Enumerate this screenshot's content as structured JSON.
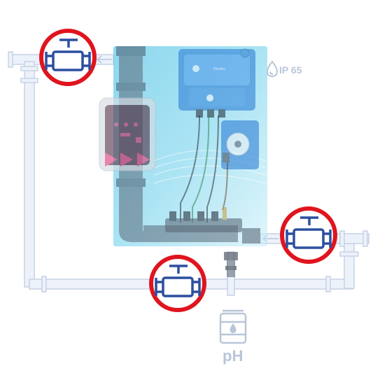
{
  "rating": {
    "label": "IP 65",
    "icon": "drop-icon"
  },
  "tank": {
    "label": "pH",
    "icon": "drum-drop-icon"
  },
  "controller": {
    "brand": "Dinotec"
  },
  "highlight_color": "#e0141e",
  "valve_color": "#2c4fa0",
  "pipe_color": "#c6d2e6",
  "valves_highlighted": 3
}
